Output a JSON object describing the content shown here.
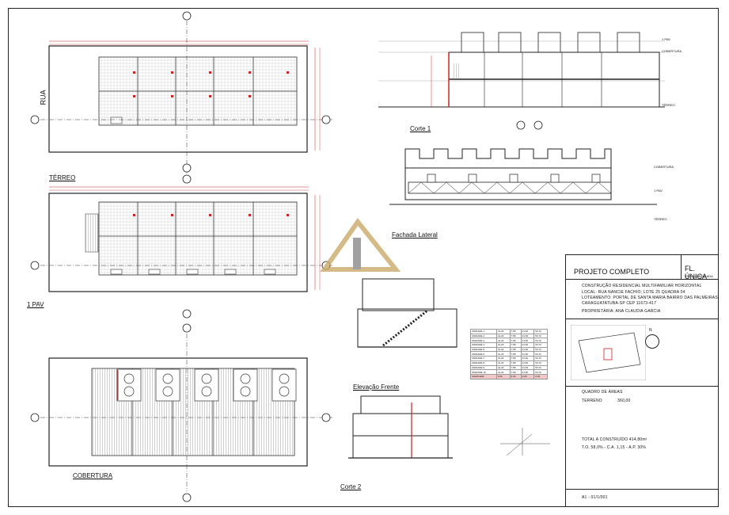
{
  "labels": {
    "rua": "RUA",
    "terreo": "TÉRREO",
    "pav1": "1 PAV",
    "cobertura": "COBERTURA",
    "corte1": "Corte 1",
    "corte2": "Corte 2",
    "fachada_lateral": "Fachada Lateral",
    "elevacao_frente": "Elevação Frente"
  },
  "elevation_levels": {
    "pav1": "1 PAV.",
    "cobertura": "COBERTURA",
    "terreo": "TÉRREO"
  },
  "title_block": {
    "projeto": "PROJETO COMPLETO",
    "folha": "FL. ÚNICA",
    "folha_sub": "ESCALA INDICADA",
    "construcao": "CONSTRUÇÃO RESIDENCIAL MULTIFAMILIAR HORIZONTAL",
    "local": "LOCAL: RUA NANCIE FACHIO; LOTE 25 QUADRA 04",
    "loteamento": "LOTEAMENTO: PORTAL DE SANTA MARIA BAIRRO DAS PALMEIRAS",
    "cidade": "CARAGUATATUBA-SP CEP 11673-417",
    "proprietaria": "PROPRIETÁRIA: ANA CLAUDIA GARCIA",
    "quadro": "QUADRO DE ÁREAS",
    "terreno_label": "TERRENO",
    "terreno_value": "360,00",
    "total": "TOTAL A CONSTRUÍDO 414,80m²",
    "indices": "T.O. 58,0% - C.A. 1,15 - A.P. 30%",
    "north": "N",
    "footer": "A1 - 01/1/001"
  },
  "areas_table": {
    "rows": [
      [
        "UNIDADE 1",
        "41,23",
        "7,58",
        "41,52",
        "53,72"
      ],
      [
        "UNIDADE 2",
        "41,23",
        "7,58",
        "41,52",
        "53,72"
      ],
      [
        "UNIDADE 3",
        "41,23",
        "7,58",
        "41,52",
        "53,72"
      ],
      [
        "UNIDADE 4",
        "41,23",
        "7,58",
        "41,52",
        "53,72"
      ],
      [
        "UNIDADE 5",
        "41,23",
        "7,58",
        "41,52",
        "53,72"
      ],
      [
        "UNIDADE 6",
        "41,23",
        "7,58",
        "41,52",
        "53,72"
      ],
      [
        "UNIDADE 7",
        "41,23",
        "7,58",
        "41,52",
        "53,72"
      ],
      [
        "UNIDADE 8",
        "41,23",
        "7,58",
        "41,52",
        "53,72"
      ],
      [
        "UNIDADE 9",
        "41,23",
        "7,58",
        "41,52",
        "53,72"
      ],
      [
        "UNIDADE 10",
        "41,23",
        "7,58",
        "41,52",
        "53,72"
      ],
      [
        "GARAGEM",
        "0,00",
        "0,00",
        "0,00",
        "0,00"
      ]
    ]
  },
  "colors": {
    "line": "#222222",
    "dim_red": "#cc2222",
    "hatch": "#8a8a8a",
    "watermark": "#c9a96a"
  }
}
